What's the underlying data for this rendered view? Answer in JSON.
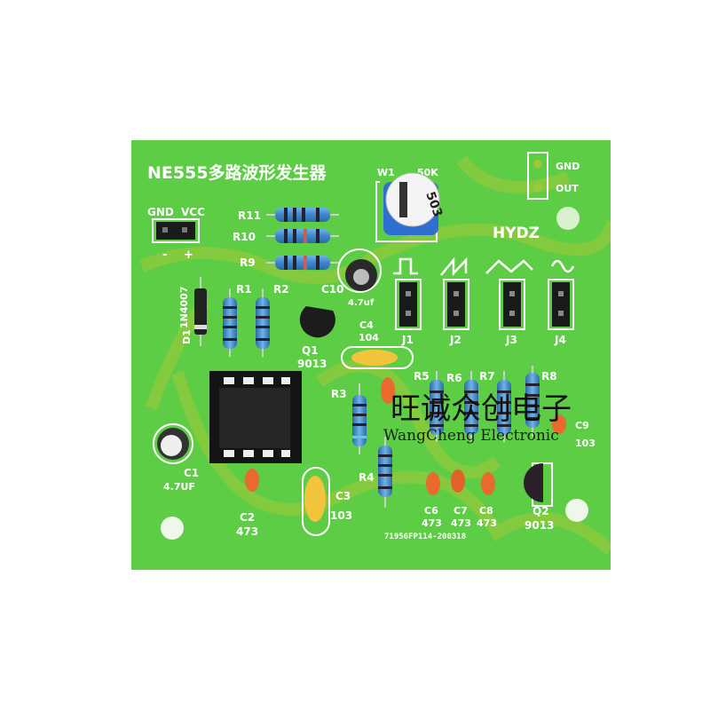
{
  "board": {
    "title": "NE555多路波形发生器",
    "brand": "HYDZ",
    "code": "71956FP114-200318",
    "color": "#5ccd45",
    "power": {
      "gnd": "GND",
      "vcc": "VCC",
      "minus": "-",
      "plus": "+"
    },
    "output": {
      "gnd": "GND",
      "out": "OUT"
    },
    "pot": {
      "ref": "W1",
      "value": "50K",
      "marking": "503"
    },
    "resistors": [
      "R1",
      "R2",
      "R3",
      "R4",
      "R5",
      "R6",
      "R7",
      "R8",
      "R9",
      "R10",
      "R11"
    ],
    "diode": {
      "ref": "D1",
      "part": "1N4007"
    },
    "transistors": [
      {
        "ref": "Q1",
        "part": "9013"
      },
      {
        "ref": "Q2",
        "part": "9013"
      }
    ],
    "capacitors": {
      "c1": {
        "ref": "C1",
        "value": "4.7UF"
      },
      "c2": {
        "ref": "C2",
        "value": "473"
      },
      "c3": {
        "ref": "C3",
        "value": "103"
      },
      "c4": {
        "ref": "C4",
        "value": "104"
      },
      "c6": {
        "ref": "C6",
        "value": "473"
      },
      "c7": {
        "ref": "C7",
        "value": "473"
      },
      "c8": {
        "ref": "C8",
        "value": "473"
      },
      "c9": {
        "ref": "C9",
        "value": "103"
      },
      "c10": {
        "ref": "C10",
        "value": "4.7uf"
      }
    },
    "jumpers": [
      {
        "ref": "J1",
        "wave": "square-wave-icon"
      },
      {
        "ref": "J2",
        "wave": "sawtooth-wave-icon"
      },
      {
        "ref": "J3",
        "wave": "triangle-wave-icon"
      },
      {
        "ref": "J4",
        "wave": "sine-wave-icon"
      }
    ]
  },
  "watermark": {
    "cn": "旺诚众创电子",
    "en": "WangCheng Electronic"
  }
}
